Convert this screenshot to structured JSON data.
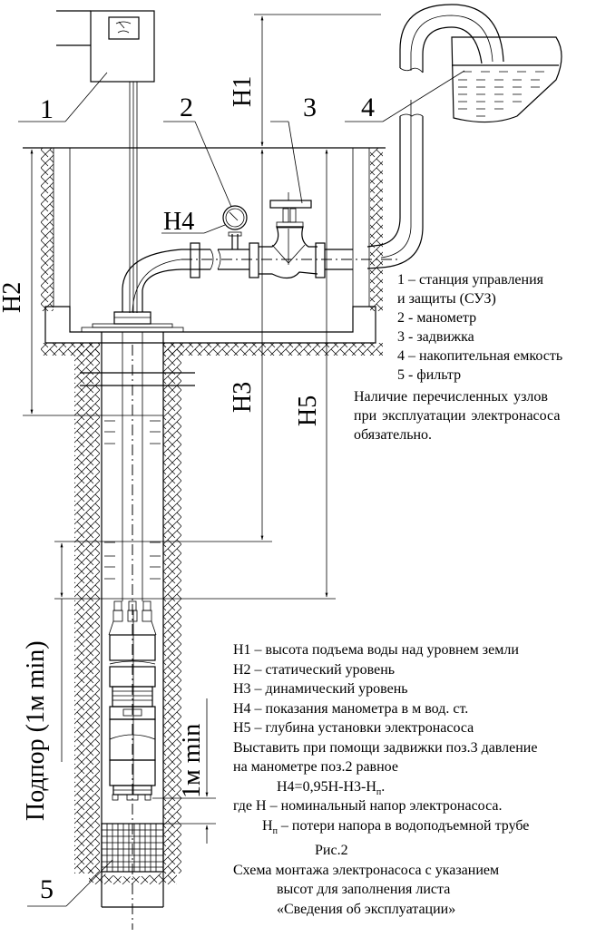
{
  "figure": {
    "callouts": {
      "c1": "1",
      "c2": "2",
      "c3": "3",
      "c4": "4",
      "c5": "5"
    },
    "dimensions": {
      "h1": "H1",
      "h2": "H2",
      "h3": "H3",
      "h4": "H4",
      "h5": "H5",
      "podpor": "Подпор (1м min)",
      "one_m_min": "1м min"
    },
    "legend": {
      "items": [
        "1 – станция управления",
        "и защиты (СУЗ)",
        "2 - манометр",
        "3 - задвижка",
        "4 – накопительная емкость",
        "5 - фильтр"
      ],
      "note": [
        "Наличие перечисленных  узлов",
        "при эксплуатации электронасоса",
        "обязательно."
      ]
    },
    "explanation": {
      "lines": [
        "H1 – высота подъема воды над уровнем земли",
        "H2 – статический уровень",
        "H3 – динамический уровень",
        "H4 – показания манометра в м вод. ст.",
        "H5 – глубина установки электронасоса",
        "Выставить при помощи задвижки поз.3 давление",
        "на манометре поз.2 равное"
      ],
      "formula_main": "H4=0,95H-H3-H",
      "formula_sub": "п",
      "formula_end": ".",
      "where_h": "где H – номинальный напор электронасоса.",
      "hp_main": "H",
      "hp_sub": "п",
      "hp_rest": " – потери напора в водоподъемной трубе"
    },
    "caption": {
      "fig_no": "Рис.2",
      "line1": "Схема монтажа электронасоса с указанием",
      "line2": "высот для заполнения листа",
      "line3": "«Сведения об эксплуатации»"
    }
  }
}
